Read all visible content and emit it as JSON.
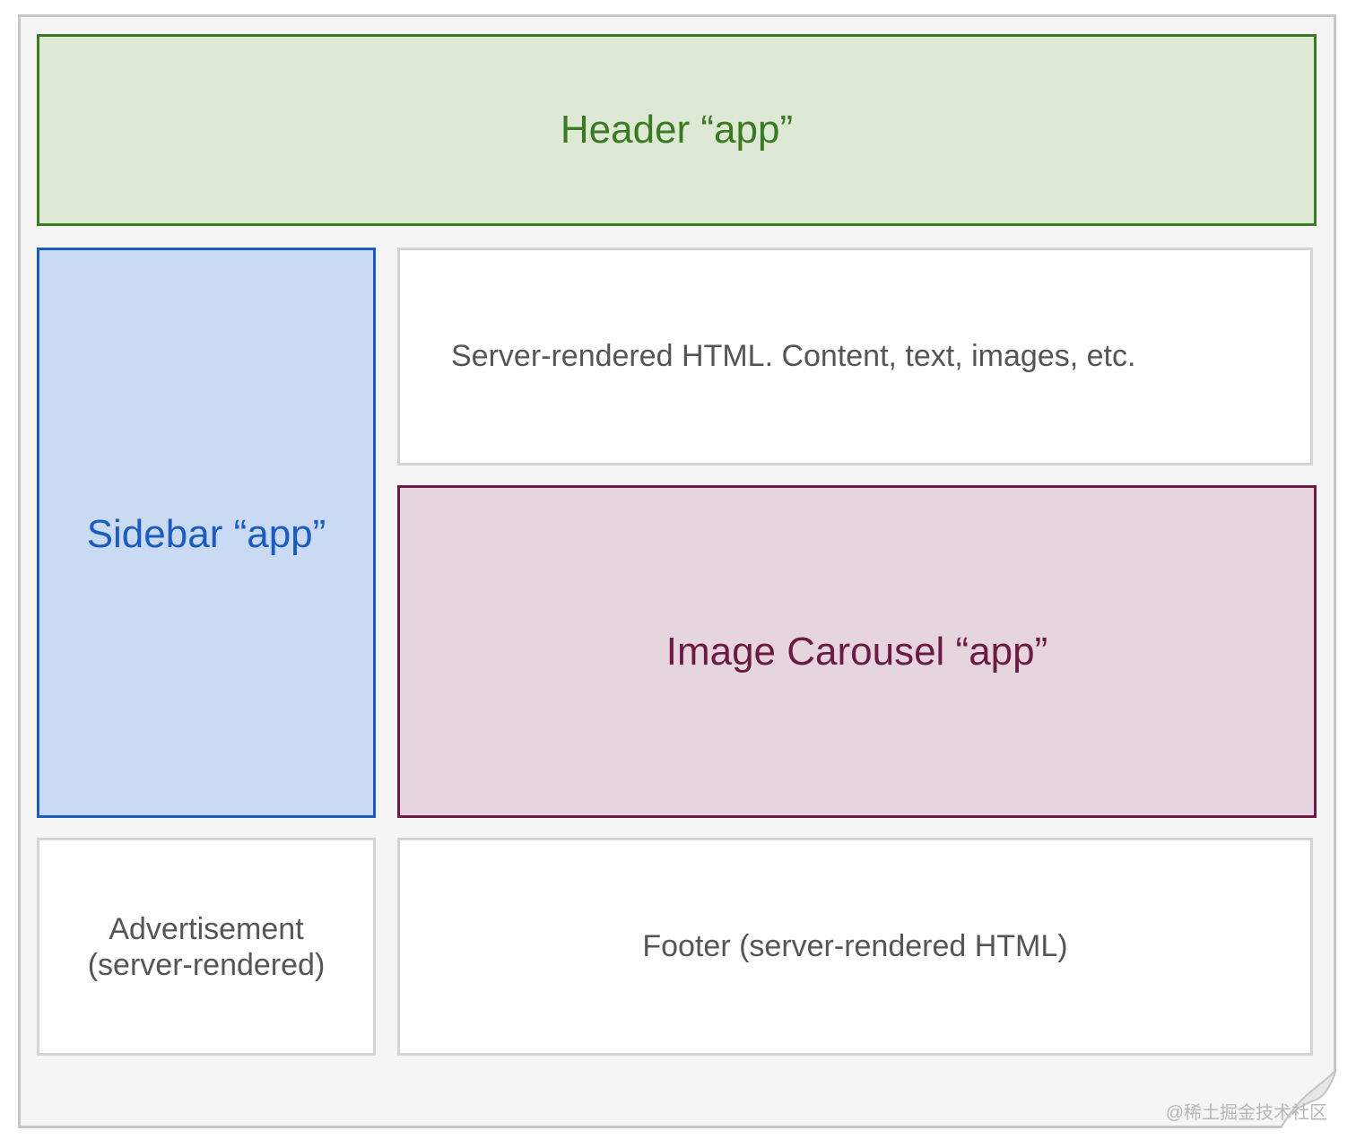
{
  "diagram": {
    "header_app": {
      "label": "Header “app”"
    },
    "sidebar_app": {
      "label": "Sidebar “app”"
    },
    "server_content": {
      "label": "Server-rendered HTML. Content, text, images, etc."
    },
    "image_carousel_app": {
      "label": "Image Carousel “app”"
    },
    "advertisement": {
      "line1": "Advertisement",
      "line2": "(server-rendered)"
    },
    "footer": {
      "label": "Footer (server-rendered HTML)"
    }
  },
  "watermark": {
    "text": "@稀土掘金技术社区"
  },
  "colors": {
    "header_fill": "#dde9d5",
    "header_stroke": "#3a7a22",
    "sidebar_fill": "#cadaf3",
    "sidebar_stroke": "#1a5cbf",
    "carousel_fill": "#e6d4de",
    "carousel_stroke": "#6b1a43",
    "plain_fill": "#ffffff",
    "plain_stroke": "#d4d4d4",
    "page_fill": "#f5f5f5"
  }
}
